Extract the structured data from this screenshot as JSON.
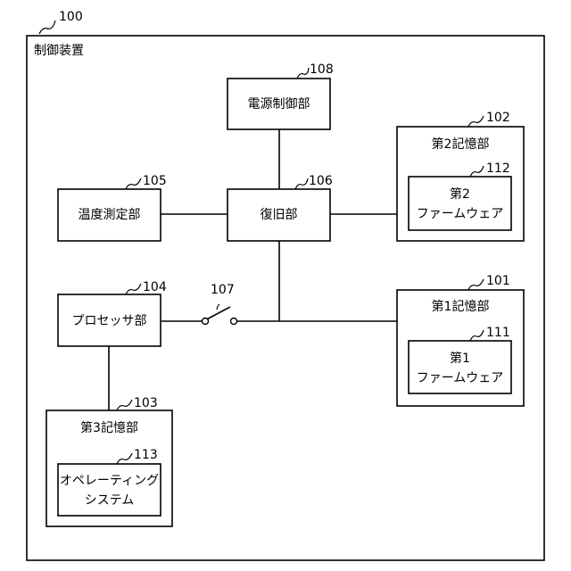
{
  "reference_label": "100",
  "device_label": "制御装置",
  "blocks": {
    "power_control": {
      "ref": "108",
      "label": "電源制御部"
    },
    "recovery": {
      "ref": "106",
      "label": "復旧部"
    },
    "temperature": {
      "ref": "105",
      "label": "温度測定部"
    },
    "storage2": {
      "ref": "102",
      "label": "第2記憶部",
      "inner_ref": "112",
      "inner_line1": "第2",
      "inner_line2": "ファームウェア"
    },
    "processor": {
      "ref": "104",
      "label": "プロセッサ部"
    },
    "switch": {
      "ref": "107"
    },
    "storage1": {
      "ref": "101",
      "label": "第1記憶部",
      "inner_ref": "111",
      "inner_line1": "第1",
      "inner_line2": "ファームウェア"
    },
    "storage3": {
      "ref": "103",
      "label": "第3記憶部",
      "inner_ref": "113",
      "inner_line1": "オペレーティング",
      "inner_line2": "システム"
    }
  }
}
